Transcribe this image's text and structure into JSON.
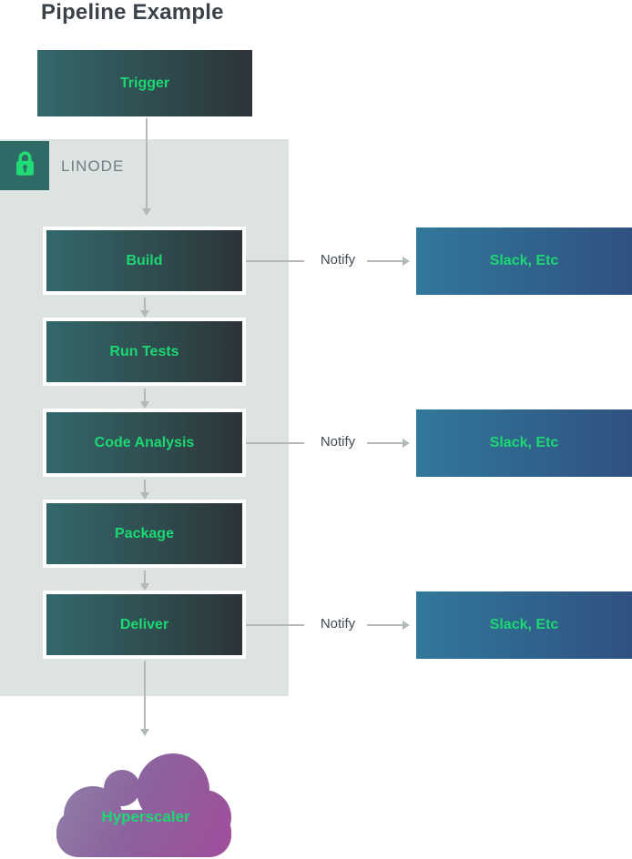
{
  "title": "Pipeline Example",
  "colors": {
    "accent_green": "#1bd873",
    "node_gradient_start": "#33696b",
    "node_gradient_end": "#2c3438",
    "notify_gradient_start": "#31789a",
    "notify_gradient_end": "#305181",
    "cloud_gradient_start": "#8f82a8",
    "cloud_gradient_end": "#a04e9b",
    "container_bg": "#dce3e1",
    "lock_badge_bg": "#2e6a66",
    "lock_glyph": "#21dc74",
    "arrow_gray": "#b2b9b8",
    "title_text": "#3b4249",
    "linode_text": "#6f7e85"
  },
  "container": {
    "label": "LINODE"
  },
  "pipeline": {
    "trigger": {
      "label": "Trigger"
    },
    "stages": [
      {
        "label": "Build"
      },
      {
        "label": "Run Tests"
      },
      {
        "label": "Code Analysis"
      },
      {
        "label": "Package"
      },
      {
        "label": "Deliver"
      }
    ],
    "notify_label": "Notify",
    "notify_target_label": "Slack, Etc",
    "destination": {
      "label": "Hyperscaler"
    }
  }
}
